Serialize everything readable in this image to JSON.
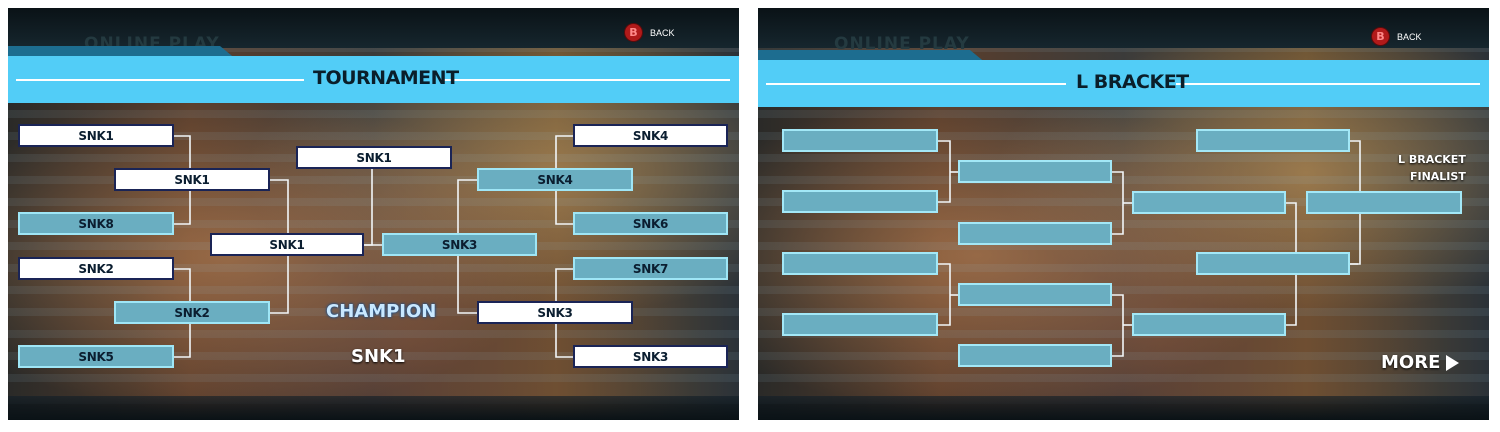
{
  "left": {
    "header_ghost": "ONLINE PLAY",
    "back": {
      "button": "B",
      "label": "BACK"
    },
    "title": "TOURNAMENT",
    "round1": [
      "SNK1",
      "SNK8",
      "SNK2",
      "SNK5",
      "SNK4",
      "SNK6",
      "SNK7",
      "SNK3"
    ],
    "round2": [
      "SNK1",
      "SNK2",
      "SNK4",
      "SNK3"
    ],
    "round3": [
      "SNK1",
      "SNK3"
    ],
    "final_winner": "SNK1",
    "champion": {
      "label": "CHAMPION",
      "name": "SNK1"
    }
  },
  "right": {
    "header_ghost": "ONLINE PLAY",
    "back": {
      "button": "B",
      "label": "BACK"
    },
    "title": "L BRACKET",
    "finalist_label": [
      "L BRACKET",
      "FINALIST"
    ],
    "more_label": "MORE"
  },
  "colors": {
    "title_bar": "#52cdf7",
    "slot_blue": "#6aaec1",
    "slot_white": "#ffffff",
    "winner_border": "#1a2456",
    "loser_border": "#9fe6f6",
    "back_button": "#b11a1a"
  },
  "icons": [
    "b-button-icon",
    "play-arrow-icon"
  ]
}
